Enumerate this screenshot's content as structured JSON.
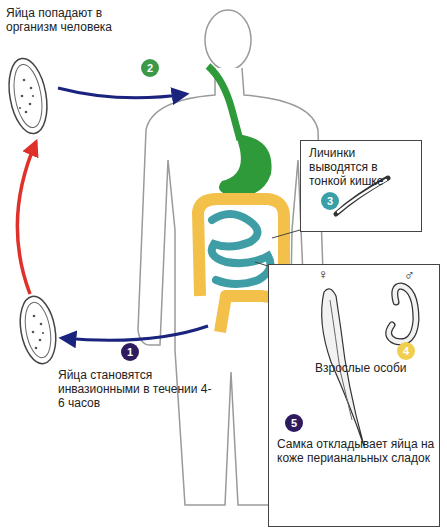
{
  "diagram": {
    "nodes": [
      {
        "text": [
          "2"
        ]
      },
      {
        "text": [
          "Личинки выводятся в тонкой кишке"
        ]
      },
      {
        "text": [
          "3"
        ],
        "in": 1
      },
      {
        "text": [
          "Взрослые особи",
          "Самка откладывает яйца на коже перианальных сладок"
        ]
      },
      {
        "text": [
          "4"
        ],
        "in": 3
      },
      {
        "text": [
          "5"
        ],
        "in": 3
      },
      {
        "text": [
          "1"
        ]
      }
    ],
    "labels": [
      "Яйца попадают в организм человека",
      "♀",
      "♂",
      "Яйца становятся инвазионными в течении 4-6 часов"
    ]
  }
}
